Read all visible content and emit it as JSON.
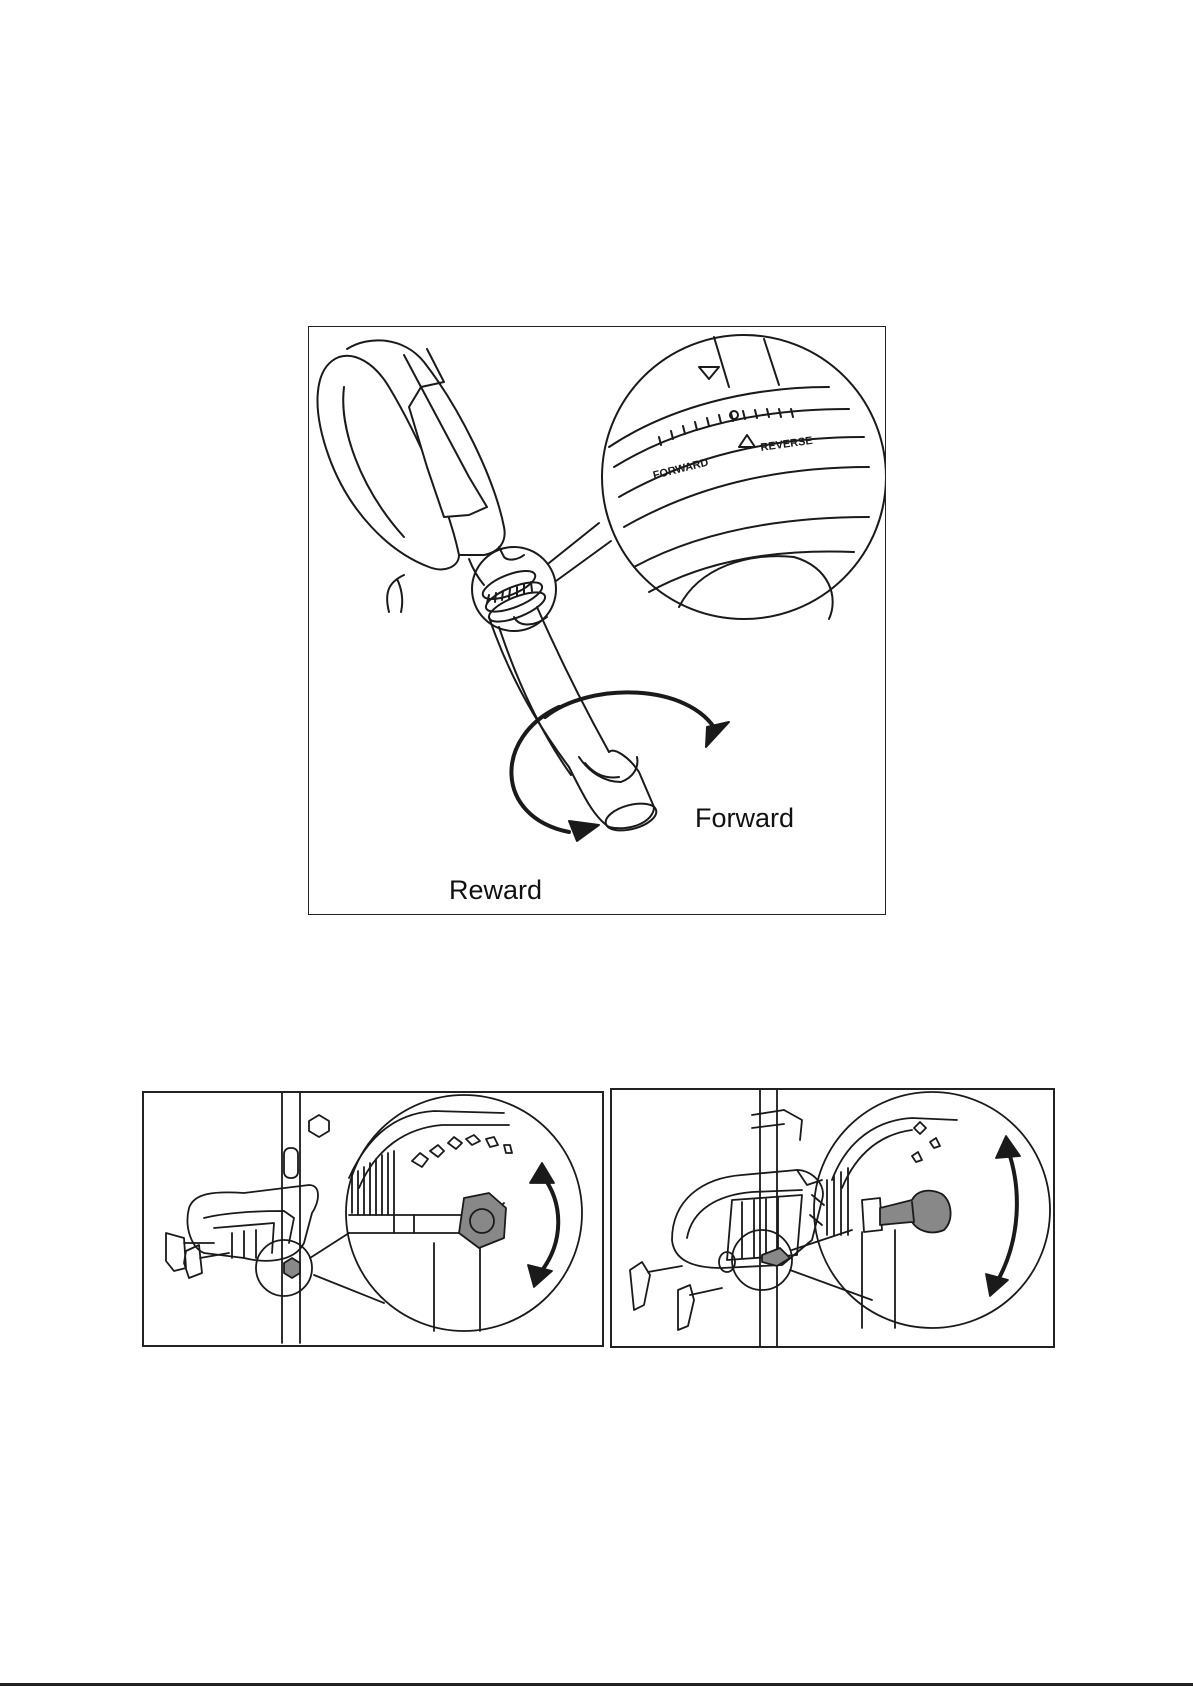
{
  "figures": {
    "tiller_handle": {
      "labels": {
        "forward": "Forward",
        "reward": "Reward"
      },
      "dial_inset": {
        "forward_text": "FORWARD",
        "reverse_text": "REVERSE"
      }
    },
    "mount_tension_knob": {
      "icon": "hex-knob-icon"
    },
    "mount_tension_wing_knob": {
      "icon": "wing-knob-icon"
    }
  }
}
